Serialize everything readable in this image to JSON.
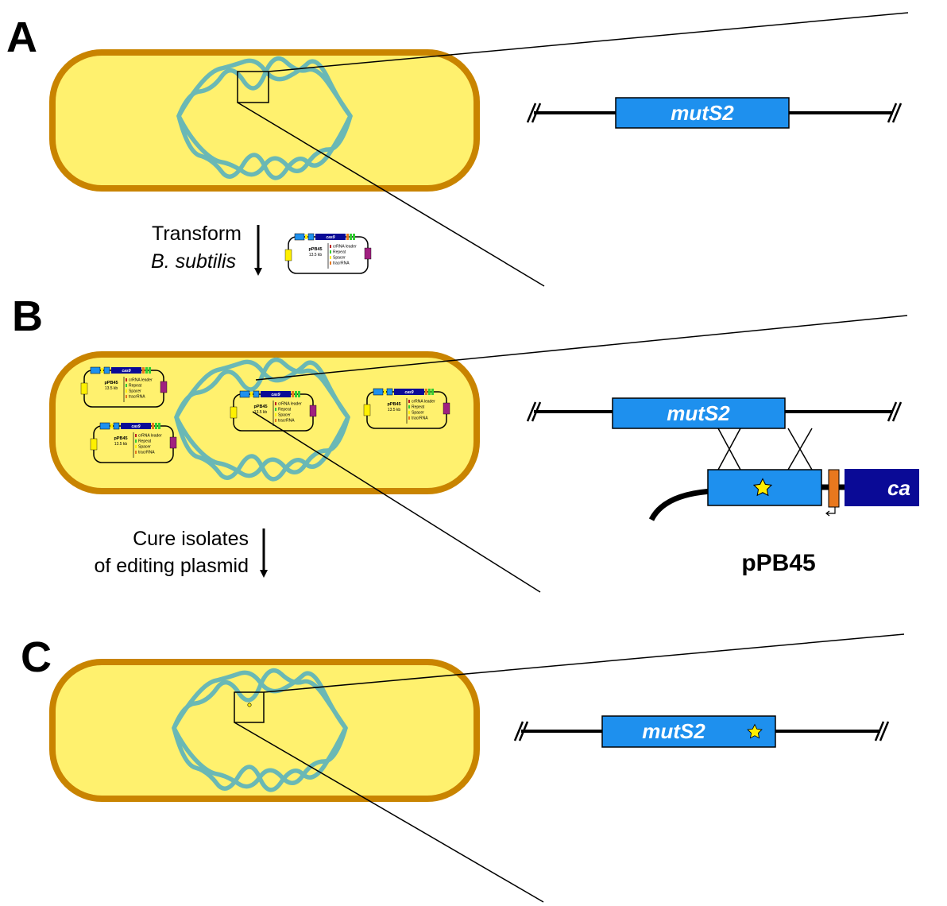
{
  "panels": {
    "a": {
      "label": "A",
      "gene": "mutS2"
    },
    "b": {
      "label": "B",
      "gene": "mutS2",
      "cas_label": "ca",
      "plasmid_label": "pPB45"
    },
    "c": {
      "label": "C",
      "gene": "mutS2"
    }
  },
  "steps": {
    "transform_line1": "Transform",
    "transform_line2": "B. subtilis",
    "cure_line1": "Cure isolates",
    "cure_line2": "of editing plasmid"
  },
  "plasmid_icon": {
    "name": "pPB45",
    "size": "13.5 kb",
    "gene": "cas9",
    "legend": [
      "crRNA leader",
      "Repeat",
      "Spacer",
      "tracrRNA"
    ]
  },
  "colors": {
    "cell_fill": "#fff16e",
    "cell_border": "#c98400",
    "chromosome": "#6ab8b5",
    "gene_fill": "#1e90ee",
    "cas_fill": "#0a0a96",
    "star": "#ffee00",
    "orange": "#e8781e"
  }
}
